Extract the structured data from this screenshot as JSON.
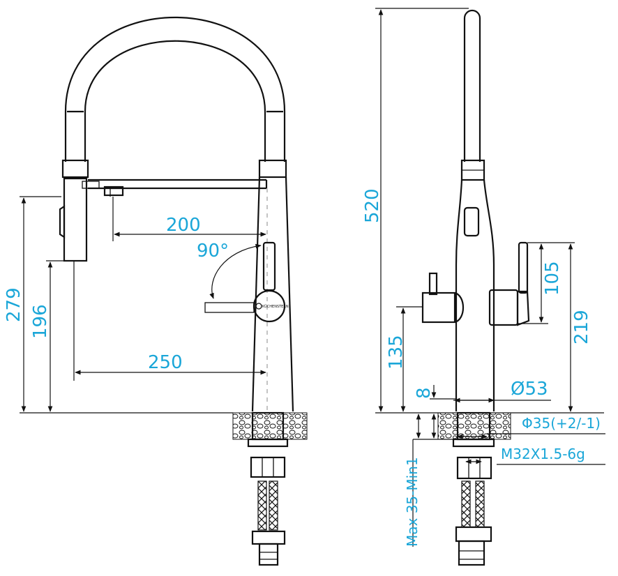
{
  "colors": {
    "dimension_text": "#1aa6d8",
    "line": "#111111",
    "background": "#ffffff"
  },
  "front_view": {
    "brand_label": "KÜCHENSTERN",
    "dims": {
      "d200": "200",
      "d90": "90°",
      "d279": "279",
      "d196": "196",
      "d250": "250"
    }
  },
  "side_view": {
    "dims": {
      "d520": "520",
      "d105": "105",
      "d219": "219",
      "d135": "135",
      "d8": "8",
      "d53": "Ø53",
      "d35": "Φ35(+2/-1)",
      "dm32": "M32X1.5-6g",
      "dmax": "Max 35-Min1"
    }
  }
}
